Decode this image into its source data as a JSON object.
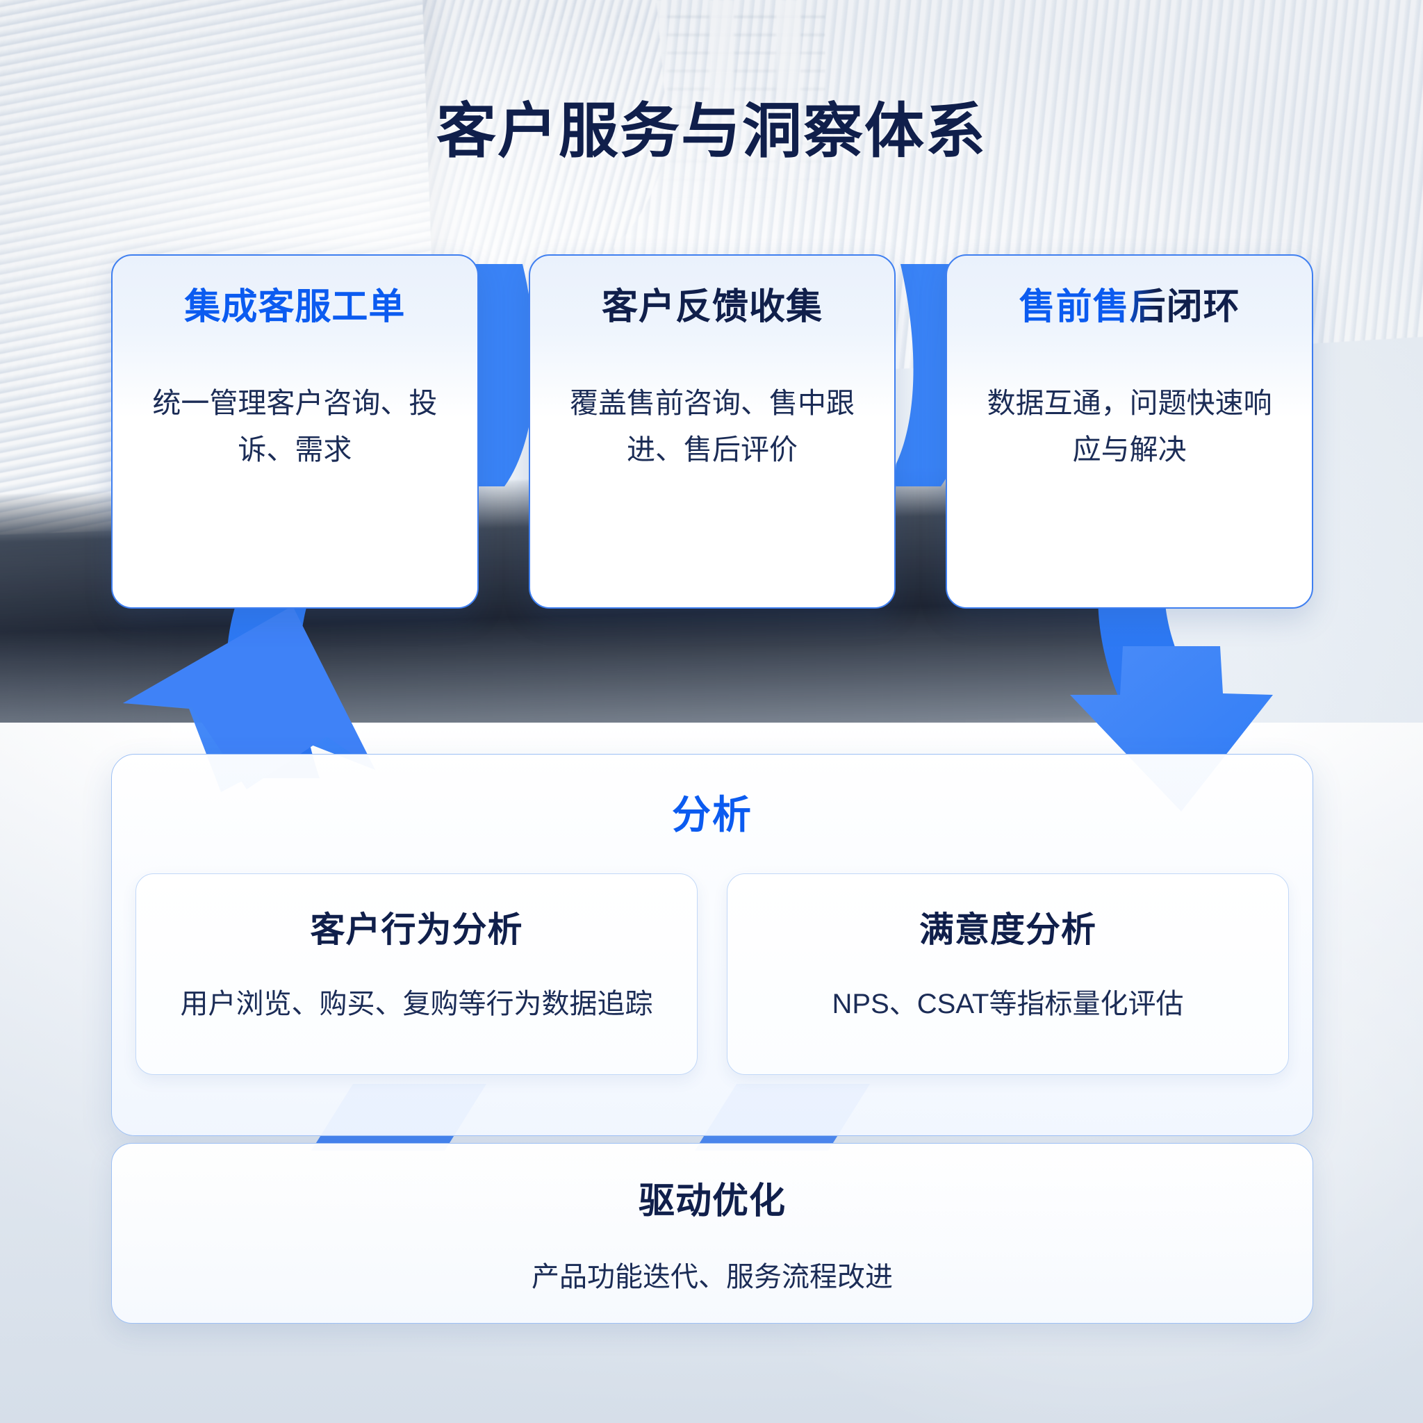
{
  "header": {
    "title": "客户服务与洞察体系"
  },
  "colors": {
    "accent_blue": "#0b5bf0",
    "arrow_blue": "#2f7cf6",
    "navy": "#101f4b",
    "card_border": "#3f7ff0",
    "panel_border": "#9dc0f5",
    "body_text": "#1b2c56"
  },
  "top_cards": [
    {
      "title": "集成客服工单",
      "title_style": "blue",
      "body": "统一管理客户咨询、投诉、需求"
    },
    {
      "title": "客户反馈收集",
      "title_style": "navy",
      "body": "覆盖售前咨询、售中跟进、售后评价"
    },
    {
      "title": "售前售后闭环",
      "title_style": "gradient",
      "body": "数据互通，问题快速响应与解决"
    }
  ],
  "analysis": {
    "title": "分析",
    "subcards": [
      {
        "title": "客户行为分析",
        "body": "用户浏览、购买、复购等行为数据追踪"
      },
      {
        "title": "满意度分析",
        "body": "NPS、CSAT等指标量化评估"
      }
    ]
  },
  "bottom_card": {
    "title": "驱动优化",
    "body": "产品功能迭代、服务流程改进"
  },
  "connectors": [
    {
      "name": "arrow-up-left",
      "direction": "up",
      "from": "analysis",
      "to": "集成客服工单"
    },
    {
      "name": "arrow-down-right",
      "direction": "down",
      "from": "售前售后闭环",
      "to": "analysis"
    },
    {
      "name": "arrow-down-center",
      "direction": "down",
      "from": "analysis",
      "to": "驱动优化"
    }
  ]
}
